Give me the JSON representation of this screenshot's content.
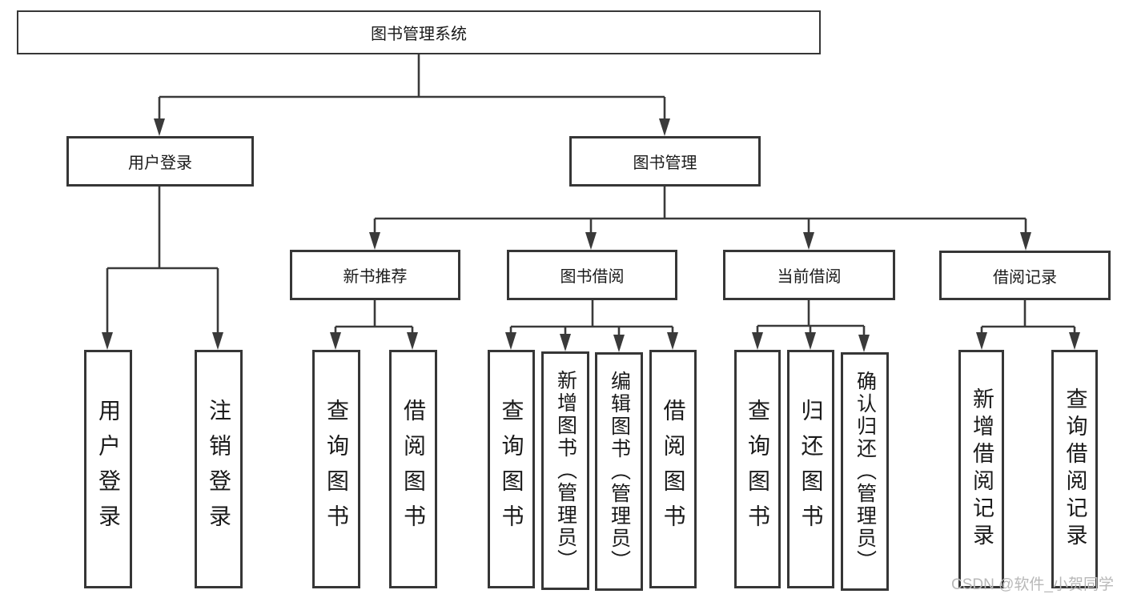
{
  "diagram": {
    "title": "图书管理系统",
    "branches": [
      {
        "label": "用户登录",
        "children": [
          {
            "label": "用户登录"
          },
          {
            "label": "注销登录"
          }
        ]
      },
      {
        "label": "图书管理",
        "children": [
          {
            "label": "新书推荐",
            "children": [
              {
                "label": "查询图书"
              },
              {
                "label": "借阅图书"
              }
            ]
          },
          {
            "label": "图书借阅",
            "children": [
              {
                "label": "查询图书"
              },
              {
                "label": "新增图书（管理员）"
              },
              {
                "label": "编辑图书（管理员）"
              },
              {
                "label": "借阅图书"
              }
            ]
          },
          {
            "label": "当前借阅",
            "children": [
              {
                "label": "查询图书"
              },
              {
                "label": "归还图书"
              },
              {
                "label": "确认归还（管理员）"
              }
            ]
          },
          {
            "label": "借阅记录",
            "children": [
              {
                "label": "新增借阅记录"
              },
              {
                "label": "查询借阅记录"
              }
            ]
          }
        ]
      }
    ],
    "colors": {
      "line": "#3a3a3a",
      "box_border": "#363636",
      "text": "#1a1a1a",
      "background": "#ffffff",
      "watermark": "#b8b8b8"
    }
  },
  "watermark": {
    "text": "CSDN @软件_小贺同学"
  }
}
